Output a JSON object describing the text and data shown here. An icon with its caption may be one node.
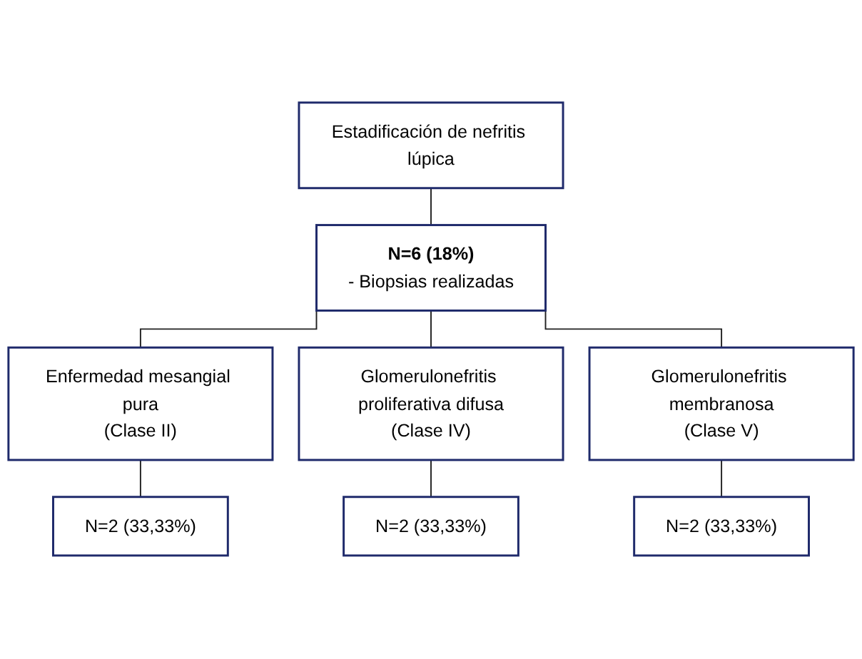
{
  "diagram": {
    "nodes": [
      {
        "text": [
          "Estadificación de nefritis lúpica"
        ]
      },
      {
        "text": [
          "N=6 (18%)",
          "- Biopsias realizadas"
        ]
      },
      {
        "text": [
          "Enfermedad mesangial pura",
          "(Clase II)"
        ]
      },
      {
        "text": [
          "Glomerulonefritis proliferativa difusa",
          "(Clase IV)"
        ]
      },
      {
        "text": [
          "Glomerulonefritis membranosa",
          "(Clase V)"
        ]
      },
      {
        "text": [
          "N=2 (33,33%)"
        ]
      },
      {
        "text": [
          "N=2 (33,33%)"
        ]
      },
      {
        "text": [
          "N=2 (33,33%)"
        ]
      }
    ],
    "edges": [
      {
        "from": 0,
        "to": 1,
        "arrow": "none"
      },
      {
        "from": 1,
        "to": 2,
        "arrow": "none"
      },
      {
        "from": 1,
        "to": 3,
        "arrow": "none"
      },
      {
        "from": 1,
        "to": 4,
        "arrow": "none"
      },
      {
        "from": 2,
        "to": 5,
        "arrow": "none"
      },
      {
        "from": 3,
        "to": 6,
        "arrow": "none"
      },
      {
        "from": 4,
        "to": 7,
        "arrow": "none"
      }
    ]
  }
}
